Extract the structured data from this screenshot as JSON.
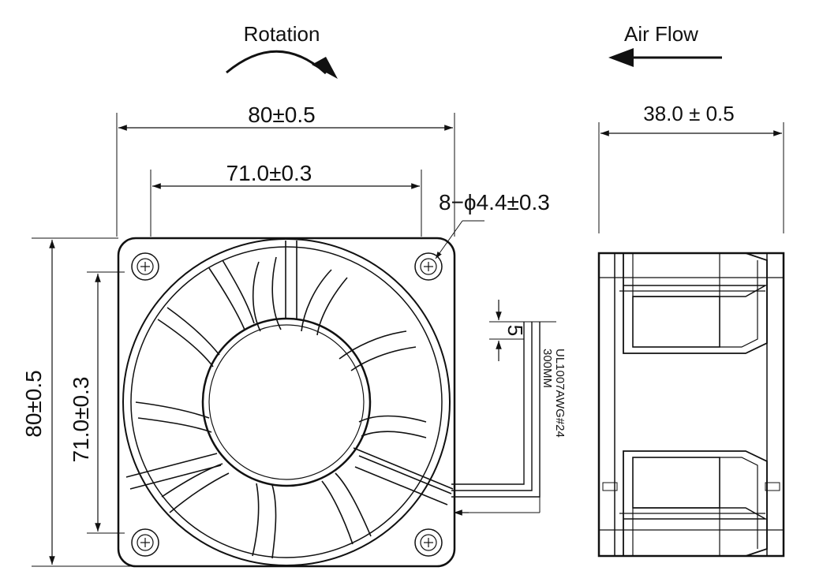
{
  "labels": {
    "rotation": "Rotation",
    "air_flow": "Air Flow",
    "width_outer": "80±0.5",
    "width_holes": "71.0±0.3",
    "depth": "38.0 ± 0.5",
    "hole_spec": "8−ϕ4.4±0.3",
    "height_outer": "80±0.5",
    "height_holes": "71.0±0.3",
    "wire_pitch": "5",
    "wire_spec": "UL1007AWG#24",
    "wire_length": "300MM"
  },
  "colors": {
    "ink": "#111111",
    "paper": "#ffffff"
  },
  "icons": {
    "rotation_arrow": "curved-arrow-clockwise",
    "airflow_arrow": "arrow-left",
    "mount_hole": "crosshair-circle"
  }
}
